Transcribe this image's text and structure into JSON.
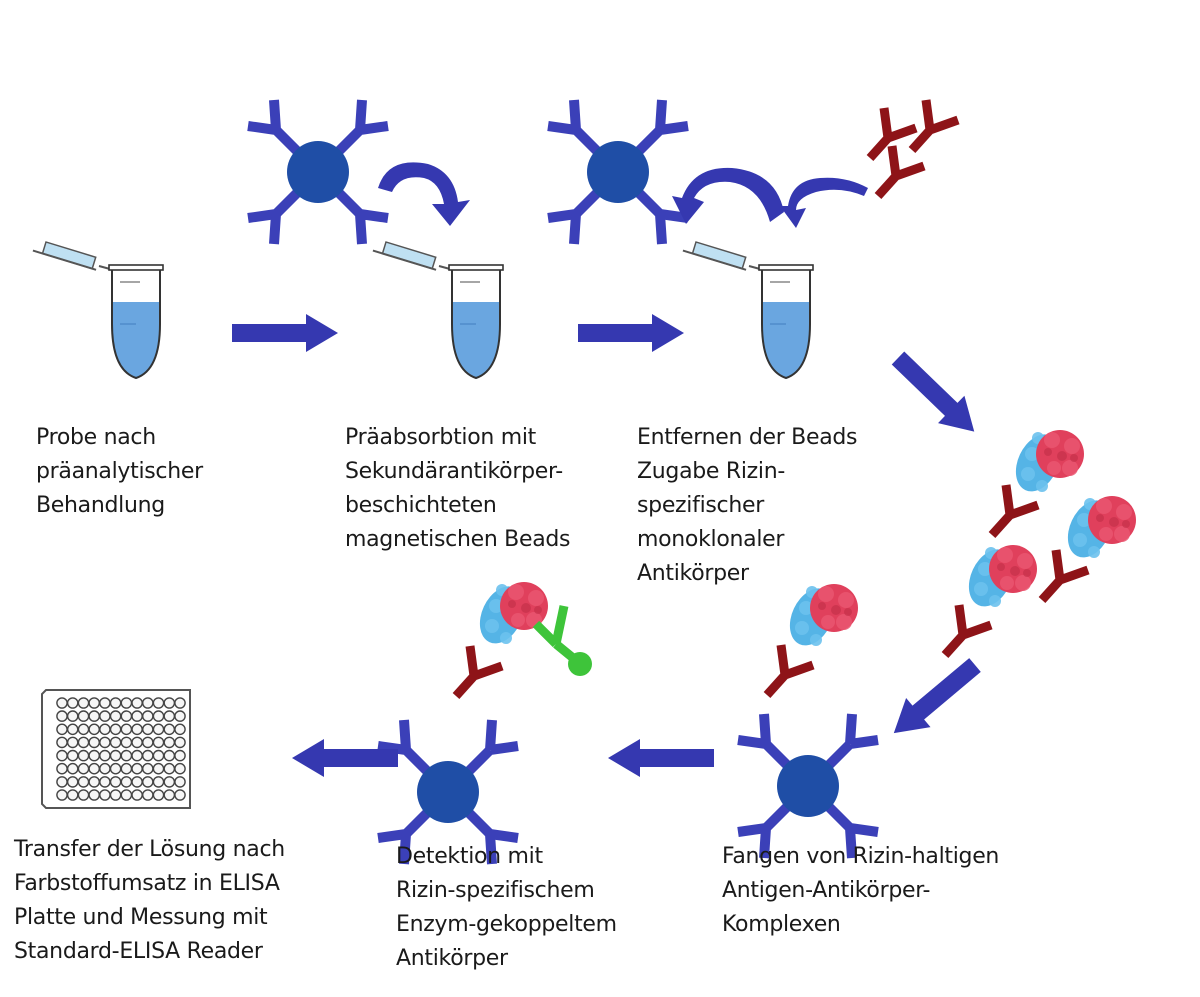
{
  "figure": {
    "language": "de",
    "colors": {
      "bead": "#1f4ea6",
      "capture_antibody": "#3b40b8",
      "flow_arrow": "#3538b0",
      "ricin_specific_antibody": "#8e1418",
      "enzyme_antibody": "#3ec43a",
      "ricin_a_chain": "#e0405c",
      "ricin_b_chain": "#55b4e6",
      "tube_liquid": "#6aa6e0",
      "tube_outline": "#333333"
    },
    "steps": [
      {
        "id": 1,
        "icon": "tube-icon",
        "lines": [
          "Probe nach",
          "präanalytischer",
          "Behandlung"
        ]
      },
      {
        "id": 2,
        "icon": "bead-with-tube-icon",
        "lines": [
          "Präabsorbtion mit",
          "Sekundärantikörper-",
          "beschichteten",
          "magnetischen Beads"
        ]
      },
      {
        "id": 3,
        "icon": "bead-removal-and-antibody-addition-icon",
        "lines": [
          "Entfernen der Beads",
          "Zugabe Rizin-",
          "spezifischer",
          "monoklonaler",
          "Antikörper"
        ]
      },
      {
        "id": 4,
        "icon": "captured-complex-bead-icon",
        "lines": [
          "Fangen von Rizin-haltigen",
          "Antigen-Antikörper-",
          "Komplexen"
        ]
      },
      {
        "id": 5,
        "icon": "detection-complex-icon",
        "lines": [
          "Detektion mit",
          "Rizin-spezifischem",
          "Enzym-gekoppeltem",
          "Antikörper"
        ]
      },
      {
        "id": 6,
        "icon": "elisa-plate-icon",
        "lines": [
          "Transfer der Lösung nach",
          "Farbstoffumsatz in ELISA",
          "Platte und Messung mit",
          "Standard-ELISA Reader"
        ]
      }
    ],
    "flow": [
      "1→2",
      "2→3",
      "3→complexes",
      "complexes→4",
      "4→5",
      "5→6"
    ],
    "elisa_plate": {
      "rows": 8,
      "columns": 12
    }
  }
}
